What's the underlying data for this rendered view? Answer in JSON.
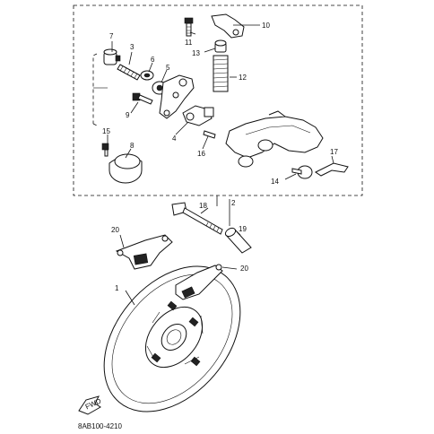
{
  "callouts": {
    "c1": "1",
    "c2": "2",
    "c3": "3",
    "c4": "4",
    "c5": "5",
    "c6": "6",
    "c7": "7",
    "c8": "8",
    "c9": "9",
    "c10": "10",
    "c11": "11",
    "c12": "12",
    "c13": "13",
    "c14": "14",
    "c15": "15",
    "c16": "16",
    "c17": "17",
    "c18": "18",
    "c19": "19",
    "c20a": "20",
    "c20b": "20"
  },
  "fwd_label": "FWD",
  "diagram_code": "8AB100-4210"
}
